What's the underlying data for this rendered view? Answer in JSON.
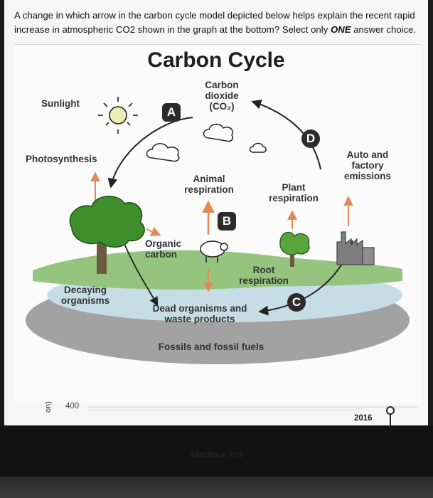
{
  "question": {
    "text_part1": "A change in which arrow in the carbon cycle model depicted below helps explain the recent rapid increase in atmospheric CO2 shown in the graph at the bottom? Select only ",
    "emphasis": "ONE",
    "text_part2": " answer choice."
  },
  "diagram": {
    "title": "Carbon Cycle",
    "labels": {
      "sunlight": "Sunlight",
      "carbon_dioxide_1": "Carbon",
      "carbon_dioxide_2": "dioxide",
      "carbon_dioxide_3": "(CO₂)",
      "photosynthesis": "Photosynthesis",
      "animal_resp_1": "Animal",
      "animal_resp_2": "respiration",
      "plant_resp_1": "Plant",
      "plant_resp_2": "respiration",
      "auto_1": "Auto and",
      "auto_2": "factory",
      "auto_3": "emissions",
      "organic_1": "Organic",
      "organic_2": "carbon",
      "root_1": "Root",
      "root_2": "respiration",
      "decaying_1": "Decaying",
      "decaying_2": "organisms",
      "dead_1": "Dead organisms and",
      "dead_2": "waste products",
      "fossils": "Fossils and fossil fuels"
    },
    "arrows": {
      "a": "A",
      "b": "B",
      "c": "C",
      "d": "D"
    }
  },
  "graph": {
    "y_tick": "400",
    "y_label": "on)",
    "year_label": "2016"
  },
  "device": {
    "brand": "MacBook Pro"
  },
  "colors": {
    "sun": "#e7efb0",
    "tree": "#3e8e2b",
    "ground": "#8dc07a",
    "water": "#c9dfe6",
    "soil": "#9a9a9a",
    "badge": "#2b2b2b"
  }
}
